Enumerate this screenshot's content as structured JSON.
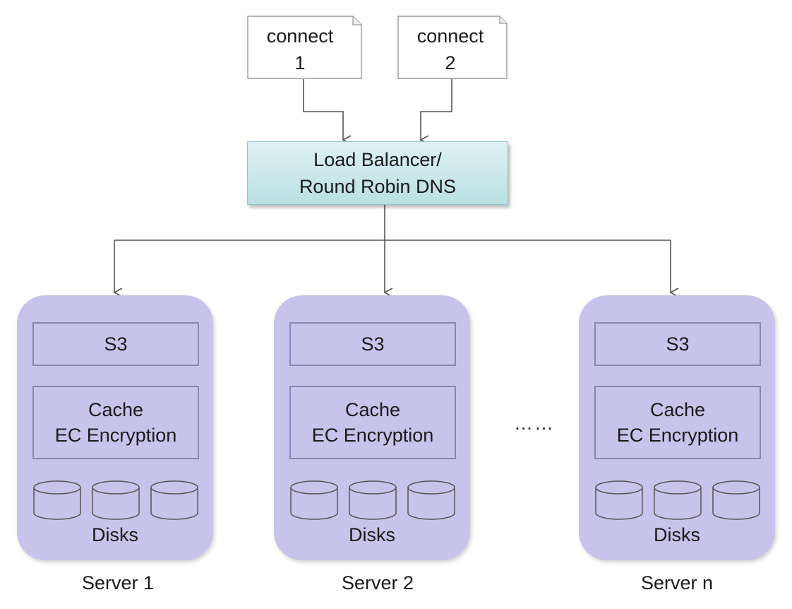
{
  "connections": [
    {
      "line1": "connect",
      "line2": "1"
    },
    {
      "line1": "connect",
      "line2": "2"
    }
  ],
  "load_balancer": {
    "line1": "Load Balancer/",
    "line2": "Round Robin DNS"
  },
  "servers": [
    {
      "name": "Server 1",
      "s3": "S3",
      "cache_line1": "Cache",
      "cache_line2": "EC Encryption",
      "disks": "Disks"
    },
    {
      "name": "Server 2",
      "s3": "S3",
      "cache_line1": "Cache",
      "cache_line2": "EC Encryption",
      "disks": "Disks"
    },
    {
      "name": "Server n",
      "s3": "S3",
      "cache_line1": "Cache",
      "cache_line2": "EC Encryption",
      "disks": "Disks"
    }
  ],
  "ellipsis": "……",
  "colors": {
    "server_fill": "#c7c3ea",
    "server_border": "#8a85b8",
    "load_balancer_fill": "#c8e8eb",
    "wire": "#555555"
  }
}
